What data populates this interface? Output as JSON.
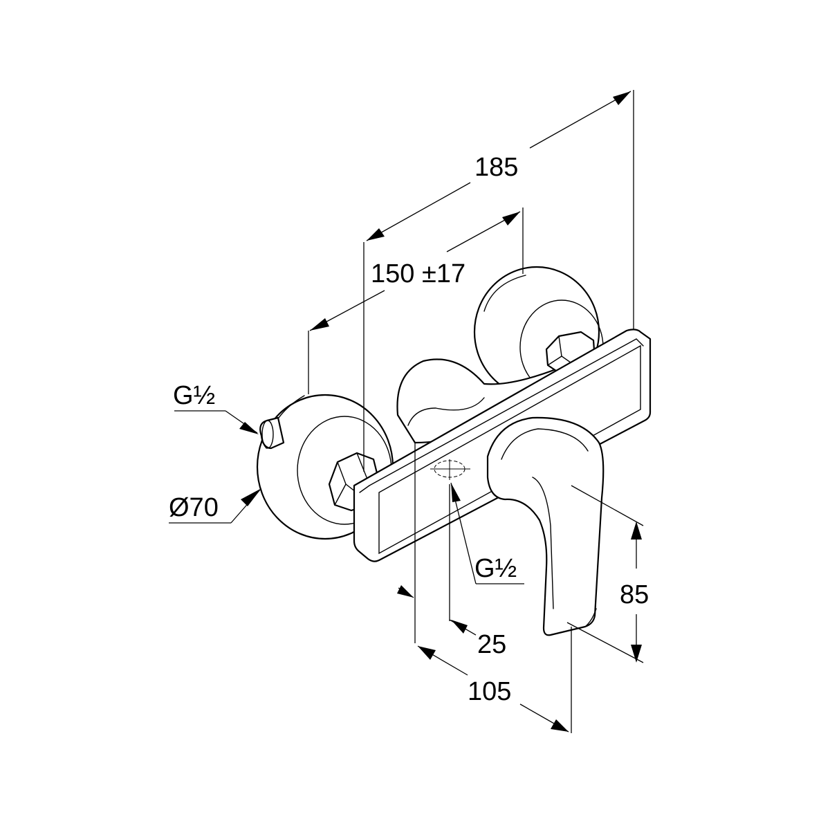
{
  "dimensions": {
    "overall_length": "185",
    "inlet_spacing": "150 ±17",
    "projection": "105",
    "outlet_offset": "25",
    "handle_height": "85",
    "escutcheon_diameter": "Ø70"
  },
  "threads": {
    "inlet_thread": "G½",
    "outlet_thread": "G½"
  }
}
